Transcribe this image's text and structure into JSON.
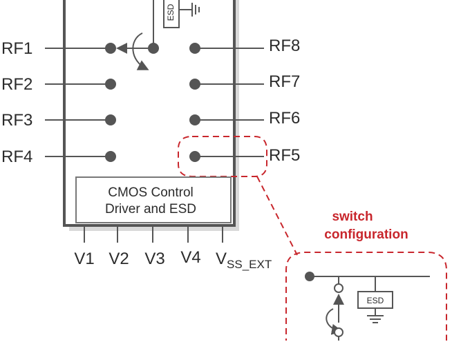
{
  "rf_pins_left": [
    "RF1",
    "RF2",
    "RF3",
    "RF4"
  ],
  "rf_pins_right": [
    "RF8",
    "RF7",
    "RF6",
    "RF5"
  ],
  "control_block": {
    "line1": "CMOS Control",
    "line2": "Driver and ESD"
  },
  "control_pins": [
    "V1",
    "V2",
    "V3",
    "V4"
  ],
  "vss": {
    "main": "V",
    "sub": "SS_EXT"
  },
  "esd_label": "ESD",
  "callout": {
    "line1": "switch",
    "line2": "configuration"
  },
  "colors": {
    "line": "#555555",
    "highlight": "#c8262c"
  }
}
